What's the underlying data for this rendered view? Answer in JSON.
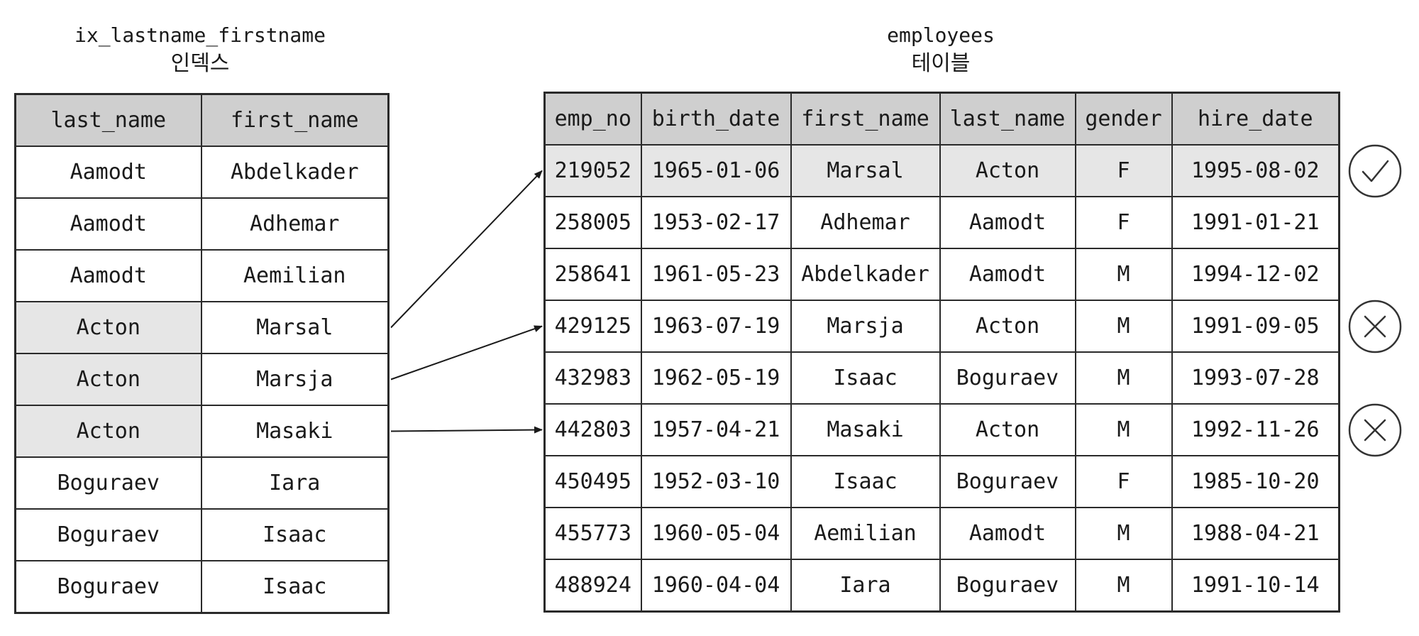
{
  "index": {
    "caption_name": "ix_lastname_firstname",
    "caption_kind": "인덱스",
    "columns": [
      "last_name",
      "first_name"
    ],
    "rows": [
      [
        "Aamodt",
        "Abdelkader"
      ],
      [
        "Aamodt",
        "Adhemar"
      ],
      [
        "Aamodt",
        "Aemilian"
      ],
      [
        "Acton",
        "Marsal"
      ],
      [
        "Acton",
        "Marsja"
      ],
      [
        "Acton",
        "Masaki"
      ],
      [
        "Boguraev",
        "Iara"
      ],
      [
        "Boguraev",
        "Isaac"
      ],
      [
        "Boguraev",
        "Isaac"
      ]
    ],
    "highlighted_rows": [
      3,
      4,
      5
    ]
  },
  "table": {
    "caption_name": "employees",
    "caption_kind": "테이블",
    "columns": [
      "emp_no",
      "birth_date",
      "first_name",
      "last_name",
      "gender",
      "hire_date"
    ],
    "rows": [
      [
        "219052",
        "1965-01-06",
        "Marsal",
        "Acton",
        "F",
        "1995-08-02"
      ],
      [
        "258005",
        "1953-02-17",
        "Adhemar",
        "Aamodt",
        "F",
        "1991-01-21"
      ],
      [
        "258641",
        "1961-05-23",
        "Abdelkader",
        "Aamodt",
        "M",
        "1994-12-02"
      ],
      [
        "429125",
        "1963-07-19",
        "Marsja",
        "Acton",
        "M",
        "1991-09-05"
      ],
      [
        "432983",
        "1962-05-19",
        "Isaac",
        "Boguraev",
        "M",
        "1993-07-28"
      ],
      [
        "442803",
        "1957-04-21",
        "Masaki",
        "Acton",
        "M",
        "1992-11-26"
      ],
      [
        "450495",
        "1952-03-10",
        "Isaac",
        "Boguraev",
        "F",
        "1985-10-20"
      ],
      [
        "455773",
        "1960-05-04",
        "Aemilian",
        "Aamodt",
        "M",
        "1988-04-21"
      ],
      [
        "488924",
        "1960-04-04",
        "Iara",
        "Boguraev",
        "M",
        "1991-10-14"
      ]
    ],
    "highlighted_rows": [
      0
    ]
  },
  "pointers": [
    {
      "from_index_row": 3,
      "to_table_row": 0
    },
    {
      "from_index_row": 4,
      "to_table_row": 3
    },
    {
      "from_index_row": 5,
      "to_table_row": 5
    }
  ],
  "row_results": [
    {
      "table_row": 0,
      "mark": "check-icon"
    },
    {
      "table_row": 3,
      "mark": "cross-icon"
    },
    {
      "table_row": 5,
      "mark": "cross-icon"
    }
  ],
  "colors": {
    "header_fill": "#cfcfcf",
    "highlight_fill": "#e6e6e6",
    "border": "#2a2a2a"
  }
}
